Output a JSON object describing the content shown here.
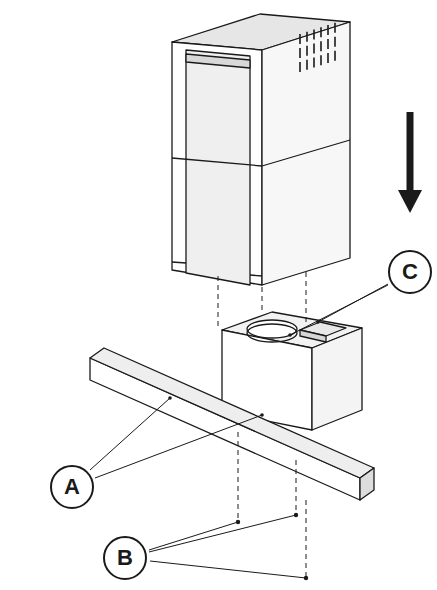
{
  "diagram": {
    "nodes": [
      {
        "text": [
          "C"
        ]
      },
      {
        "text": [
          "A"
        ]
      },
      {
        "text": [
          "B"
        ]
      }
    ]
  }
}
